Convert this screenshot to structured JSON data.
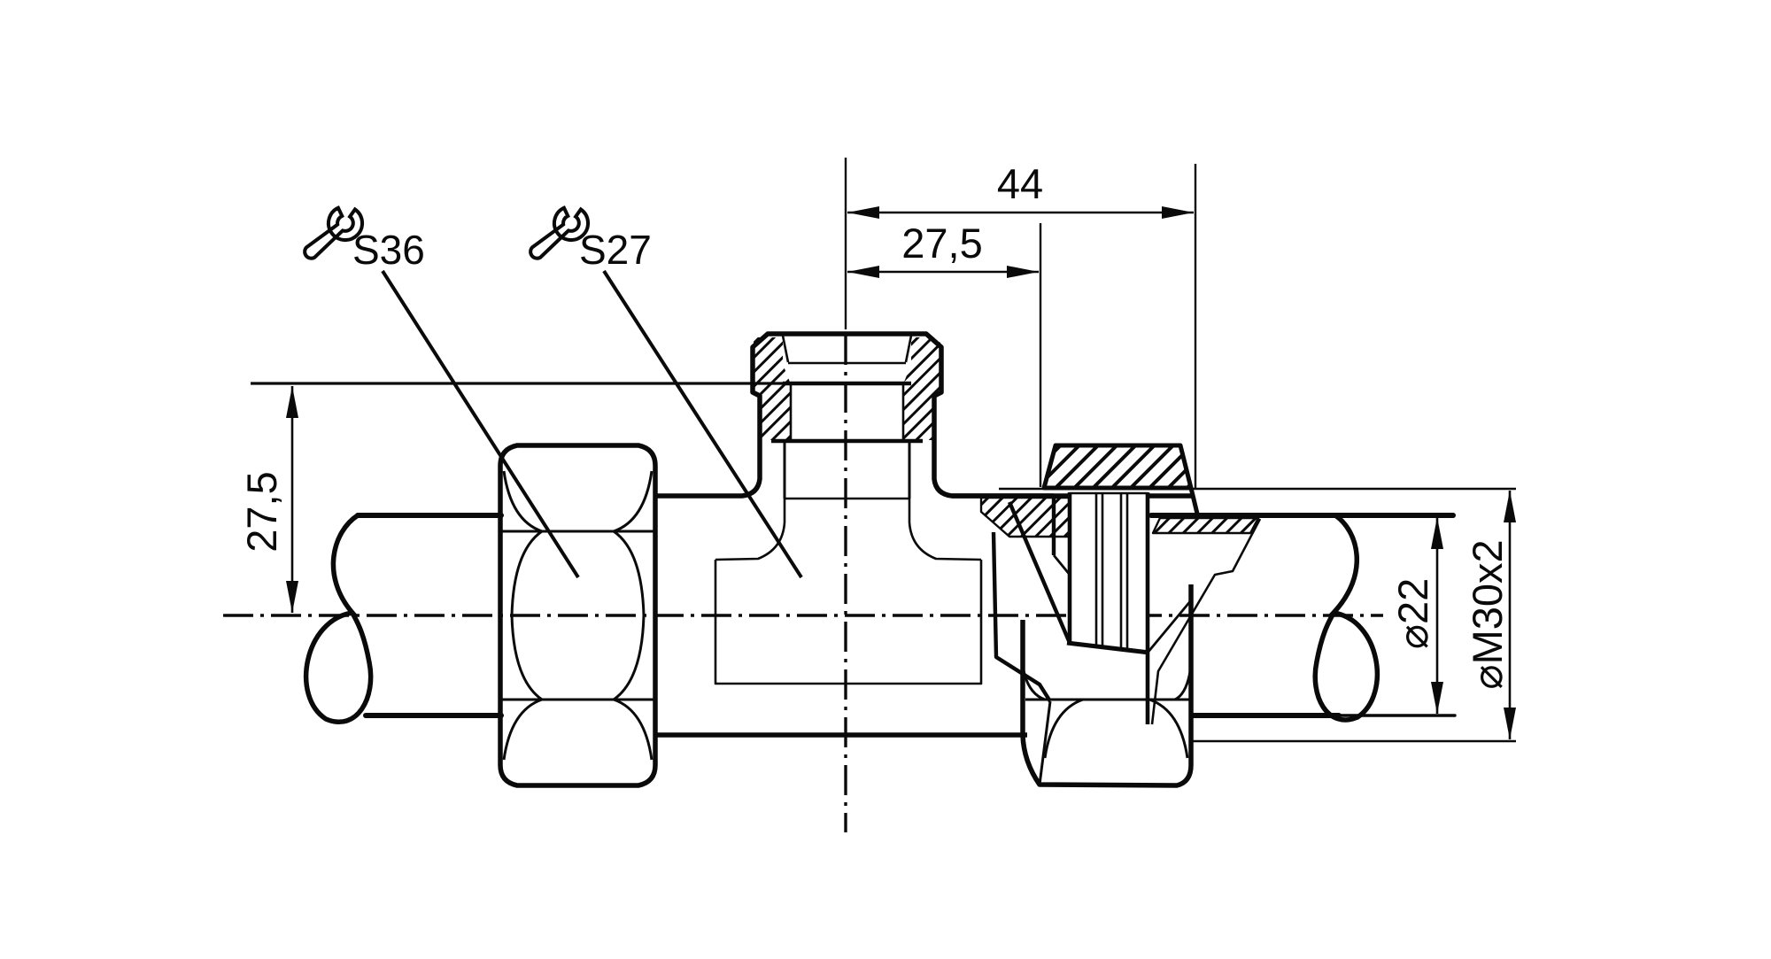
{
  "drawing": {
    "description": "sectioned technical drawing of a tee tube fitting with union nuts",
    "background_color": "#ffffff",
    "line_color": "#0a0a0a",
    "labels": {
      "wrench_left": "S36",
      "wrench_right": "S27"
    },
    "dimensions": {
      "top_overall": "44",
      "top_offset": "27,5",
      "left_depth": "27,5",
      "pipe_od": "⌀22",
      "thread": "⌀M30x2"
    }
  }
}
